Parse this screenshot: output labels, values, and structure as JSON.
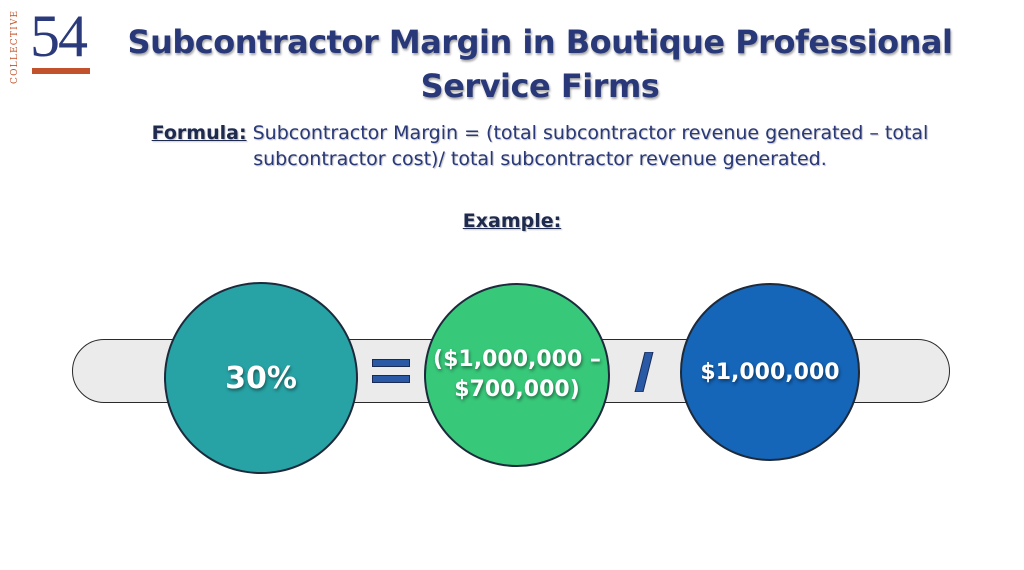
{
  "logo": {
    "side_text": "COLLECTIVE",
    "number": "54",
    "colors": {
      "number": "#2b3a7b",
      "accent": "#c2522b"
    }
  },
  "title": {
    "line1": "Subcontractor Margin in Boutique Professional",
    "line2": "Service Firms"
  },
  "formula": {
    "label": "Formula:",
    "text": " Subcontractor Margin = (total subcontractor revenue generated – total subcontractor cost)/ total subcontractor revenue generated."
  },
  "example": {
    "label": "Example:",
    "result": "30%",
    "numerator": "($1,000,000 – $700,000)",
    "denominator": "$1,000,000",
    "operators": {
      "equals": "equals-sign",
      "divide": "slash"
    }
  },
  "colors": {
    "title": "#283878",
    "circle_result": "#27a3a5",
    "circle_numerator": "#38c87a",
    "circle_denominator": "#1565b8",
    "operator": "#2a5aa6",
    "track": "#ebebeb"
  }
}
